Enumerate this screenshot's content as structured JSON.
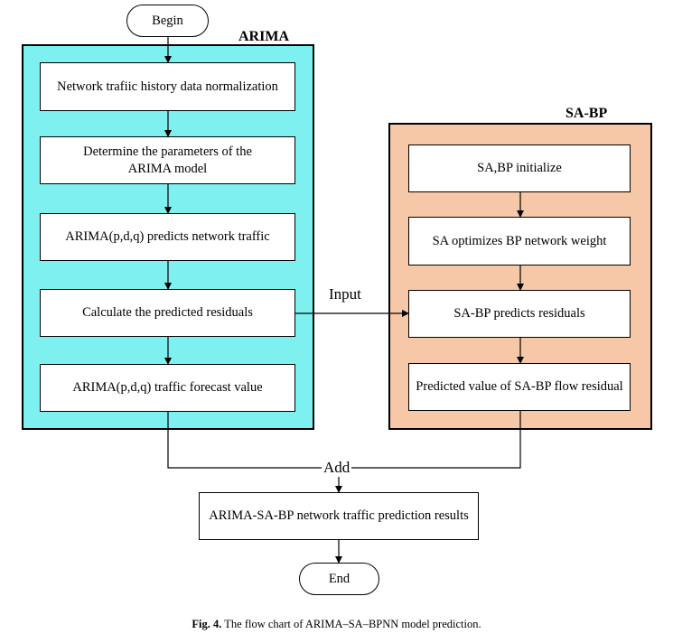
{
  "begin": "Begin",
  "end": "End",
  "arima": {
    "title": "ARIMA",
    "fill": "#7ef0f0",
    "steps": [
      "Network trafiic history data normalization",
      "Determine the parameters of the ARIMA model",
      "ARIMA(p,d,q) predicts network traffic",
      "Calculate the predicted residuals",
      "ARIMA(p,d,q) traffic forecast value"
    ]
  },
  "sabp": {
    "title": "SA-BP",
    "fill": "#f7c8a8",
    "steps": [
      "SA,BP initialize",
      "SA optimizes BP network weight",
      "SA-BP predicts residuals",
      "Predicted value of SA-BP flow residual"
    ]
  },
  "labels": {
    "input": "Input",
    "add": "Add"
  },
  "result": "ARIMA-SA-BP network traffic prediction results",
  "caption": {
    "fig": "Fig. 4.",
    "text": "The flow chart of ARIMA–SA–BPNN model prediction."
  }
}
